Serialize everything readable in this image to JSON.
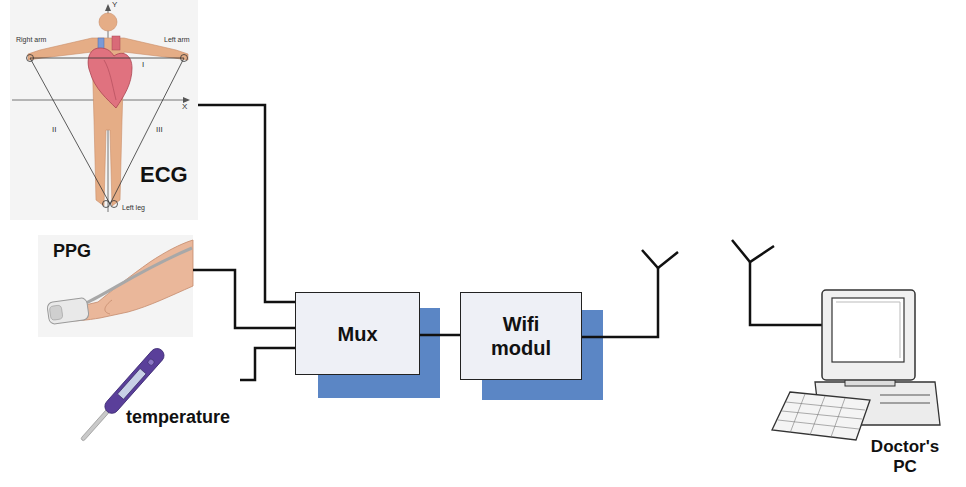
{
  "diagram": {
    "nodes": [
      {
        "text": [
          "ECG"
        ]
      },
      {
        "text": [
          "PPG"
        ]
      },
      {
        "text": [
          "temperature"
        ]
      },
      {
        "text": [
          "Mux"
        ]
      },
      {
        "text": [
          "Wifi modul"
        ]
      },
      {
        "text": [
          "Doctor's PC"
        ]
      }
    ],
    "edges": [
      {
        "from": 0,
        "to": 3,
        "arrow": "none"
      },
      {
        "from": 1,
        "to": 3,
        "arrow": "none"
      },
      {
        "from": 2,
        "to": 3,
        "arrow": "none"
      },
      {
        "from": 3,
        "to": 4,
        "arrow": "none"
      }
    ],
    "labels": [
      "Right arm",
      "Left arm",
      "Y",
      "X",
      "I",
      "II",
      "III",
      "Left leg"
    ]
  }
}
